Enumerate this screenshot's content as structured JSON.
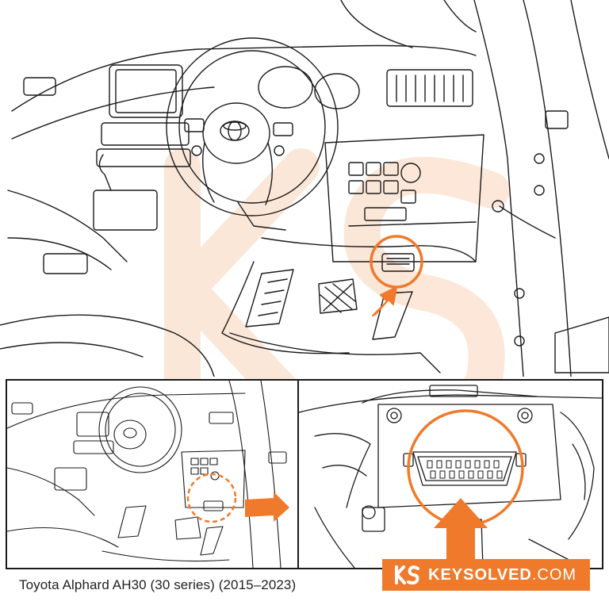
{
  "caption": "Toyota Alphard AH30 (30 series) (2015–2023)",
  "logo": {
    "brand": "KEYSOLVED",
    "domain": ".COM",
    "mark": "KS"
  },
  "colors": {
    "accent": "#f07a2b",
    "line": "#1a1a1a",
    "watermark": "#fbe3d2"
  },
  "icons": {
    "pointer": "arrow-icon",
    "highlight": "circle-highlight-icon",
    "emblem": "toyota-emblem-icon"
  }
}
